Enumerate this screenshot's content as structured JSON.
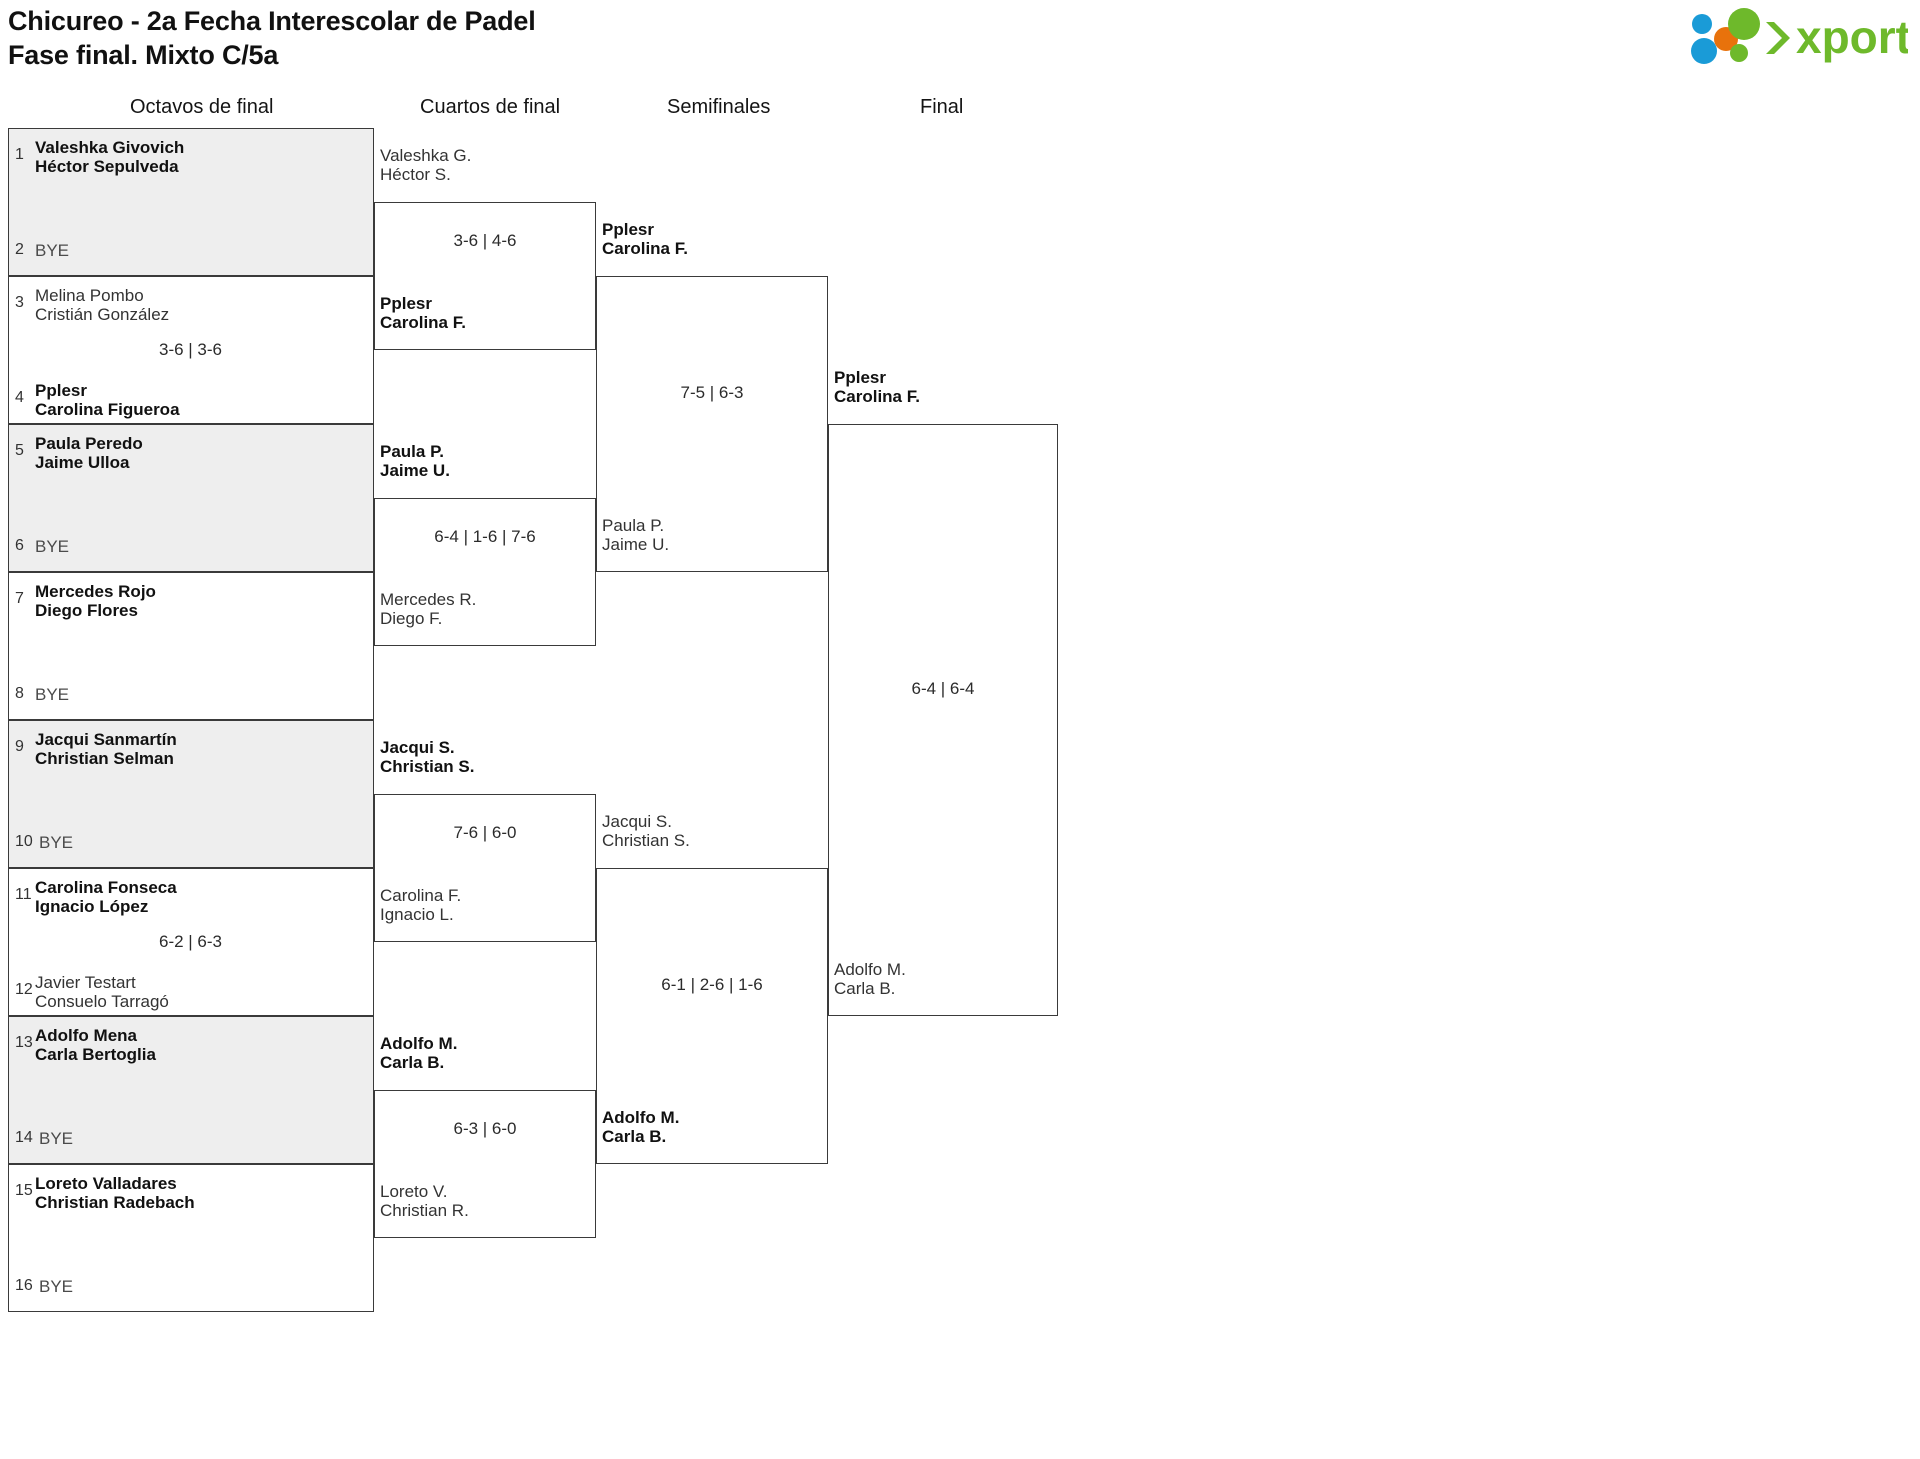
{
  "header": {
    "title_line1": "Chicureo - 2a Fecha Interescolar de Padel",
    "title_line2": "Fase final. Mixto C/5a",
    "logo_text": "xporty",
    "logo_colors": {
      "green": "#6eb92b",
      "blue": "#1a9bd7",
      "orange": "#e8720c"
    }
  },
  "rounds": [
    {
      "name": "Octavos de final"
    },
    {
      "name": "Cuartos de final"
    },
    {
      "name": "Semifinales"
    },
    {
      "name": "Final"
    }
  ],
  "round1": {
    "matches": [
      {
        "shaded": true,
        "top": {
          "seed": "1",
          "l1": "Valeshka Givovich",
          "l2": "Héctor Sepulveda",
          "winner": true
        },
        "bottom": {
          "seed": "2",
          "bye": "BYE"
        },
        "score": ""
      },
      {
        "shaded": false,
        "top": {
          "seed": "3",
          "l1": "Melina Pombo",
          "l2": "Cristián González",
          "winner": false
        },
        "bottom": {
          "seed": "4",
          "l1": "Pplesr",
          "l2": "Carolina Figueroa",
          "winner": true
        },
        "score": "3-6 | 3-6"
      },
      {
        "shaded": true,
        "top": {
          "seed": "5",
          "l1": "Paula Peredo",
          "l2": "Jaime Ulloa",
          "winner": true
        },
        "bottom": {
          "seed": "6",
          "bye": "BYE"
        },
        "score": ""
      },
      {
        "shaded": false,
        "top": {
          "seed": "7",
          "l1": "Mercedes Rojo",
          "l2": "Diego Flores",
          "winner": true
        },
        "bottom": {
          "seed": "8",
          "bye": "BYE"
        },
        "score": ""
      },
      {
        "shaded": true,
        "top": {
          "seed": "9",
          "l1": "Jacqui Sanmartín",
          "l2": "Christian Selman",
          "winner": true
        },
        "bottom": {
          "seed": "10",
          "bye": "BYE"
        },
        "score": ""
      },
      {
        "shaded": false,
        "top": {
          "seed": "11",
          "l1": "Carolina Fonseca",
          "l2": "Ignacio López",
          "winner": true
        },
        "bottom": {
          "seed": "12",
          "l1": "Javier Testart",
          "l2": "Consuelo Tarragó",
          "winner": false
        },
        "score": "6-2 | 6-3"
      },
      {
        "shaded": true,
        "top": {
          "seed": "13",
          "l1": "Adolfo Mena",
          "l2": "Carla Bertoglia",
          "winner": true
        },
        "bottom": {
          "seed": "14",
          "bye": "BYE"
        },
        "score": ""
      },
      {
        "shaded": false,
        "top": {
          "seed": "15",
          "l1": "Loreto Valladares",
          "l2": "Christian Radebach",
          "winner": true
        },
        "bottom": {
          "seed": "16",
          "bye": "BYE"
        },
        "score": ""
      }
    ]
  },
  "round2": {
    "matches": [
      {
        "top": {
          "l1": "Valeshka G.",
          "l2": "Héctor S.",
          "winner": false
        },
        "bottom": {
          "l1": "Pplesr",
          "l2": "Carolina F.",
          "winner": true
        },
        "score": "3-6 | 4-6"
      },
      {
        "top": {
          "l1": "Paula P.",
          "l2": "Jaime U.",
          "winner": true
        },
        "bottom": {
          "l1": "Mercedes R.",
          "l2": "Diego F.",
          "winner": false
        },
        "score": "6-4 | 1-6 | 7-6"
      },
      {
        "top": {
          "l1": "Jacqui S.",
          "l2": "Christian S.",
          "winner": true
        },
        "bottom": {
          "l1": "Carolina F.",
          "l2": "Ignacio L.",
          "winner": false
        },
        "score": "7-6 | 6-0"
      },
      {
        "top": {
          "l1": "Adolfo M.",
          "l2": "Carla B.",
          "winner": true
        },
        "bottom": {
          "l1": "Loreto V.",
          "l2": "Christian R.",
          "winner": false
        },
        "score": "6-3 | 6-0"
      }
    ]
  },
  "round3": {
    "matches": [
      {
        "top": {
          "l1": "Pplesr",
          "l2": "Carolina F.",
          "winner": true
        },
        "bottom": {
          "l1": "Paula P.",
          "l2": "Jaime U.",
          "winner": false
        },
        "score": "7-5 | 6-3"
      },
      {
        "top": {
          "l1": "Jacqui S.",
          "l2": "Christian S.",
          "winner": false
        },
        "bottom": {
          "l1": "Adolfo M.",
          "l2": "Carla B.",
          "winner": true
        },
        "score": "6-1 | 2-6 | 1-6"
      }
    ]
  },
  "round4": {
    "matches": [
      {
        "top": {
          "l1": "Pplesr",
          "l2": "Carolina F.",
          "winner": true
        },
        "bottom": {
          "l1": "Adolfo M.",
          "l2": "Carla B.",
          "winner": false
        },
        "score": "6-4 | 6-4"
      }
    ]
  }
}
